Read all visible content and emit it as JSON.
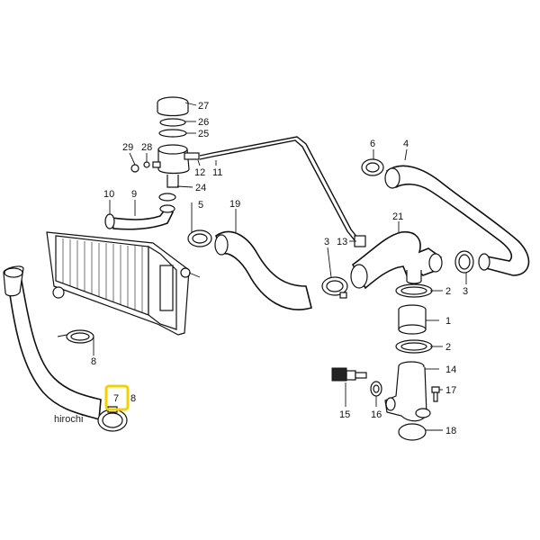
{
  "diagram": {
    "watermark": "hirochi",
    "highlight_color": "#f5d000",
    "highlighted_callout": "7",
    "callouts": [
      "27",
      "26",
      "25",
      "29",
      "28",
      "12",
      "11",
      "24",
      "10",
      "9",
      "5",
      "19",
      "6",
      "4",
      "21",
      "3",
      "13",
      "3",
      "2",
      "1",
      "2",
      "14",
      "17",
      "15",
      "16",
      "18",
      "8",
      "7",
      "8"
    ],
    "parts": [
      "radiator",
      "expansion-tank",
      "tank-cap",
      "cap-seal",
      "tank-o-ring",
      "lower-radiator-hose",
      "upper-radiator-hose",
      "heater-hose",
      "bleed-line",
      "hose-clamp",
      "thermostat",
      "thermostat-housing",
      "temperature-sensor",
      "y-hose",
      "long-return-hose",
      "sealing-ring"
    ]
  }
}
